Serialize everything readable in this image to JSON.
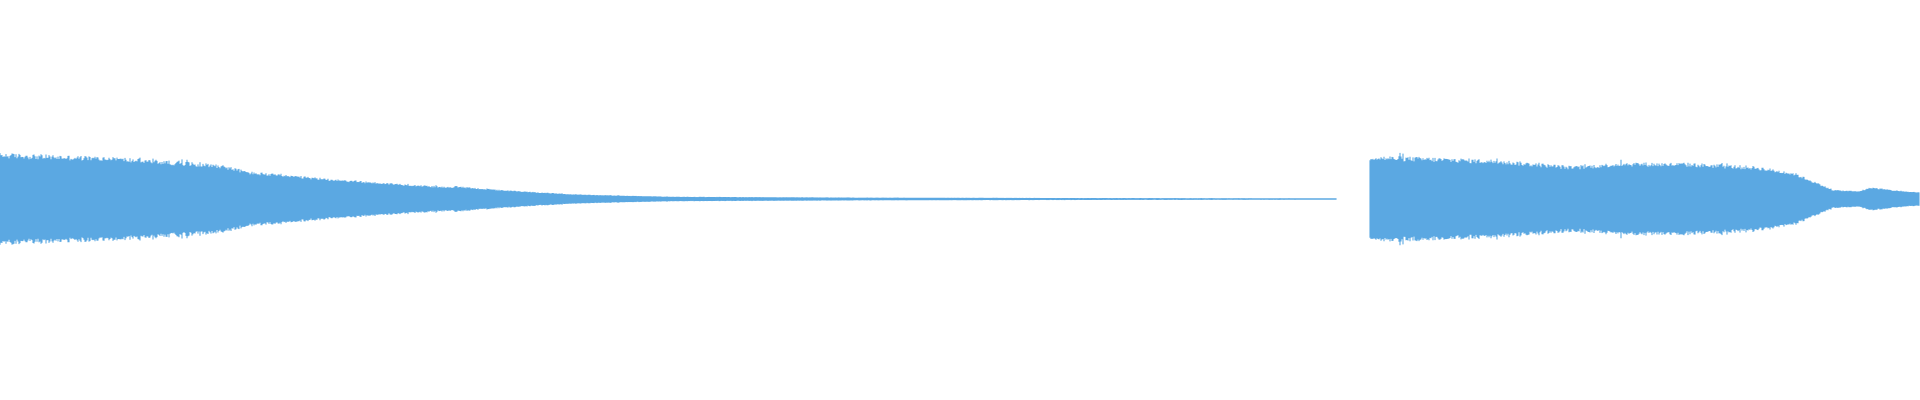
{
  "waveform": {
    "color": "#5ba8e2",
    "background": "#ffffff",
    "segments": [
      {
        "start": 0.0,
        "end": 0.6966,
        "envelope": [
          [
            0.0,
            0.7
          ],
          [
            0.03,
            0.67
          ],
          [
            0.06,
            0.64
          ],
          [
            0.09,
            0.58
          ],
          [
            0.115,
            0.53
          ],
          [
            0.13,
            0.42
          ],
          [
            0.16,
            0.34
          ],
          [
            0.19,
            0.27
          ],
          [
            0.2355,
            0.18
          ],
          [
            0.2365,
            0.2
          ],
          [
            0.26,
            0.14
          ],
          [
            0.3,
            0.07
          ],
          [
            0.35,
            0.035
          ],
          [
            0.45,
            0.022
          ],
          [
            0.55,
            0.016
          ],
          [
            0.6966,
            0.012
          ]
        ]
      },
      {
        "start": 0.7134,
        "end": 1.0,
        "envelope": [
          [
            0.7134,
            0.66
          ],
          [
            0.74,
            0.64
          ],
          [
            0.78,
            0.6
          ],
          [
            0.82,
            0.5
          ],
          [
            0.845,
            0.56
          ],
          [
            0.88,
            0.55
          ],
          [
            0.915,
            0.5
          ],
          [
            0.935,
            0.4
          ],
          [
            0.955,
            0.14
          ],
          [
            0.968,
            0.12
          ],
          [
            0.975,
            0.18
          ],
          [
            0.985,
            0.14
          ],
          [
            1.0,
            0.1
          ]
        ]
      }
    ]
  }
}
